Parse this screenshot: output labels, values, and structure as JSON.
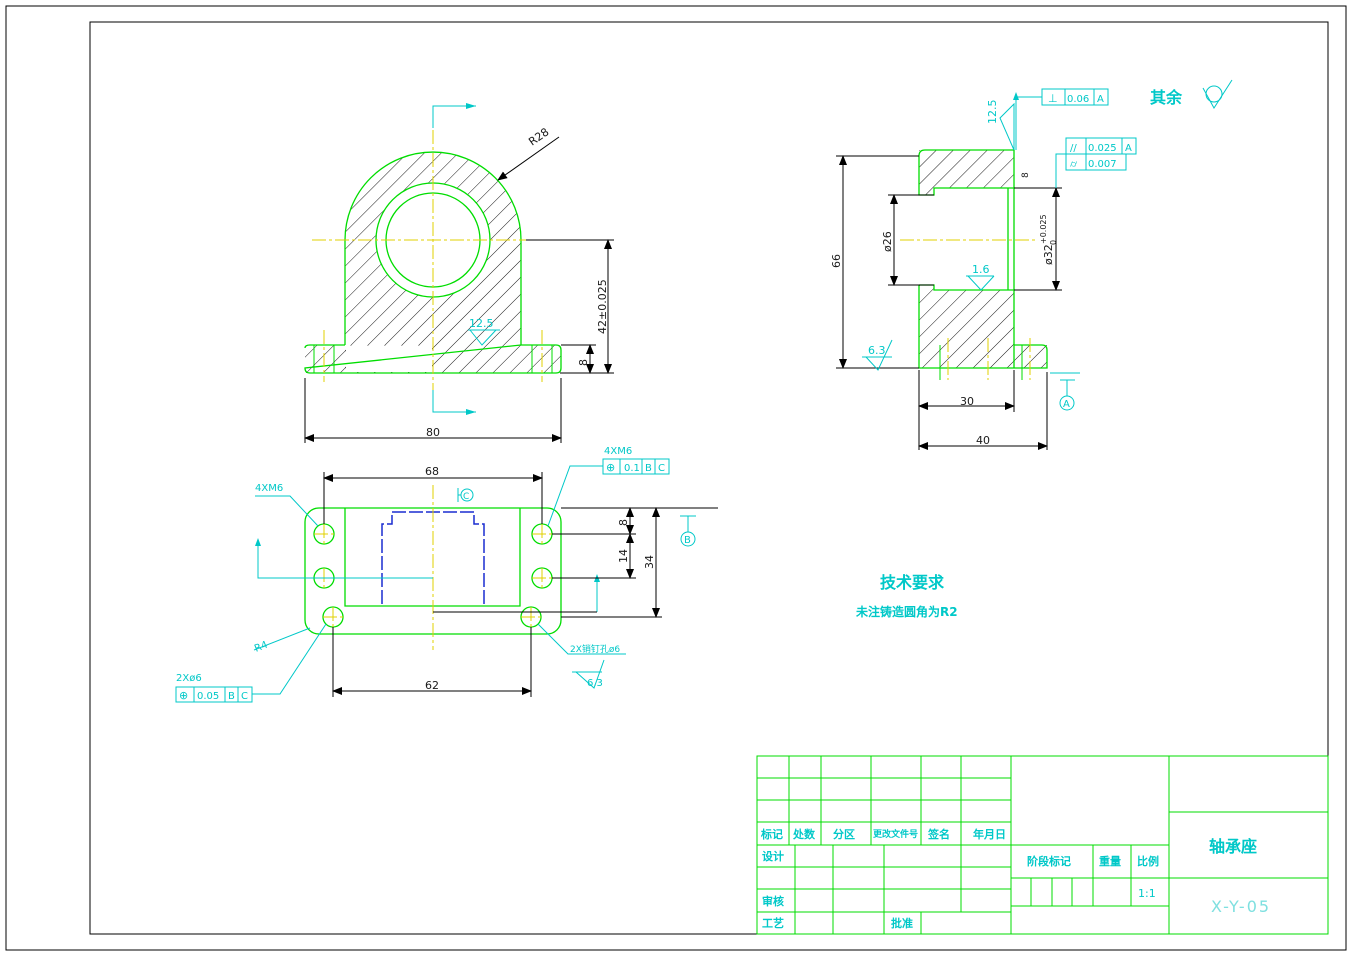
{
  "views": {
    "front": {
      "radius_label": "R28",
      "center_height_label": "42±0.025",
      "base_thickness_label": "8",
      "overall_width_label": "80",
      "roughness_label": "12.5"
    },
    "side": {
      "height_label": "66",
      "bore_small_label": "ø26",
      "bore_large_label": "ø32",
      "bore_tol_upper": "+0.025",
      "bore_tol_lower": "0",
      "chamfer_label": "8",
      "roughness_top": "12.5",
      "roughness_bore": "1.6",
      "roughness_base": "6.3",
      "width_30_label": "30",
      "width_40_label": "40",
      "datum_label": "A",
      "fcf_perp": {
        "symbol": "⊥",
        "value": "0.06",
        "datum": "A"
      },
      "fcf_parallel": {
        "symbol": "//",
        "value": "0.025",
        "datum": "A"
      },
      "fcf_cyl": {
        "symbol": "⌭",
        "value": "0.007"
      }
    },
    "top": {
      "width_68_label": "68",
      "width_62_label": "62",
      "dim_8_label": "8",
      "dim_14_label": "14",
      "dim_34_label": "34",
      "holes_threaded_left": "4XM6",
      "holes_threaded_right": "4XM6",
      "radius_label": "R4",
      "holes_pin_left": "2Xø6",
      "holes_pin_right": "2X销钉孔ø6",
      "roughness_label": "6.3",
      "datum_b": "B",
      "datum_c": "C",
      "fcf_pos_right": {
        "symbol": "⊕",
        "value": "0.1",
        "datum1": "B",
        "datum2": "C"
      },
      "fcf_pos_left": {
        "symbol": "⊕",
        "value": "0.05",
        "datum1": "B",
        "datum2": "C"
      }
    }
  },
  "roughness_note": "其余",
  "tech": {
    "title": "技术要求",
    "note": "未注铸造圆角为R2"
  },
  "title_block": {
    "headers": [
      "标记",
      "处数",
      "分区",
      "更改文件号",
      "签名",
      "年月日"
    ],
    "design": "设计",
    "review": "审核",
    "process": "工艺",
    "approve": "批准",
    "stage_mark": "阶段标记",
    "weight": "重量",
    "scale": "比例",
    "scale_value": "1:1",
    "part_name": "轴承座",
    "drawing_number": "X-Y-05"
  }
}
